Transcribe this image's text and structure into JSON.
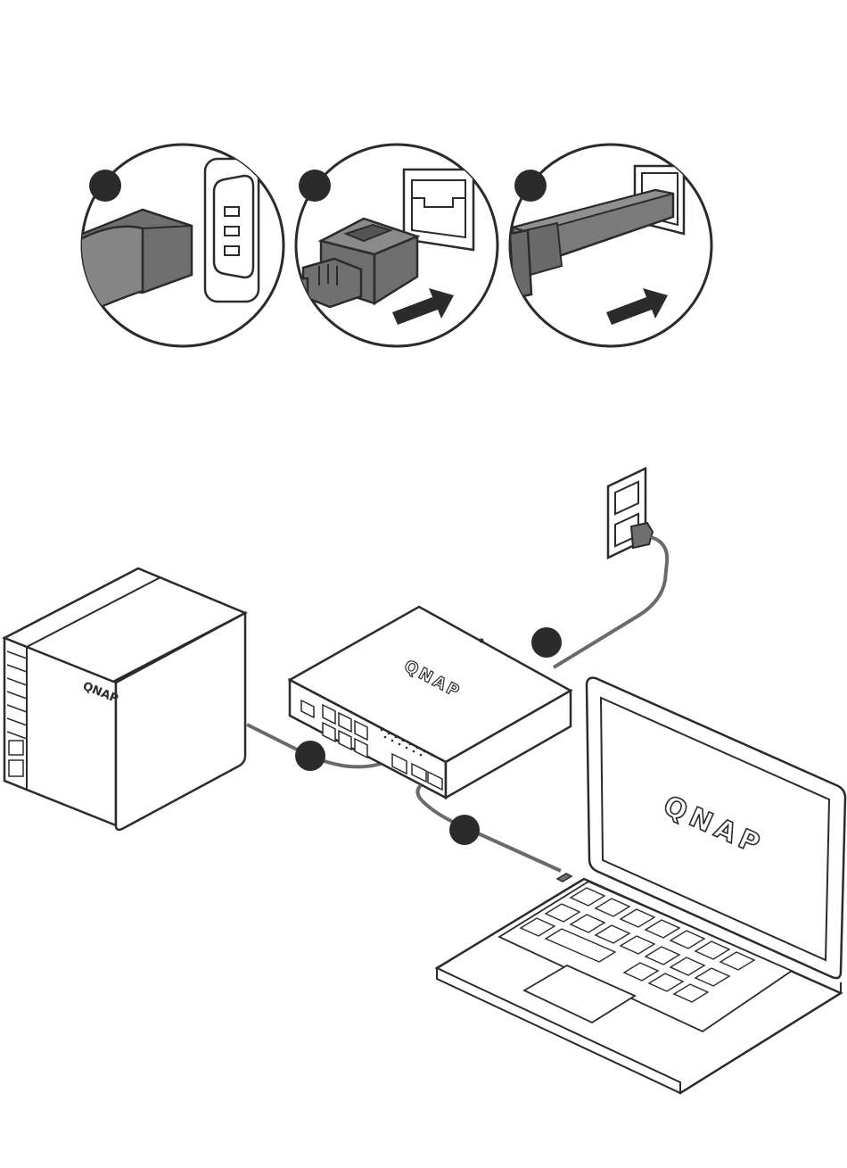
{
  "brand": {
    "logo_text": "QNAP"
  },
  "colors": {
    "line": "#2b2b2b",
    "badge": "#2b2b2b",
    "connector_fill": "#6f6f6f",
    "connector_light": "#8a8a8a",
    "cable": "#6a6a6a",
    "arrow": "#2b2b2b",
    "background": "#ffffff"
  },
  "steps": [
    {
      "id": "power",
      "icon": "power-cord-icon"
    },
    {
      "id": "rj45",
      "icon": "rj45-connector-icon"
    },
    {
      "id": "sfp",
      "icon": "sfp-transceiver-icon"
    }
  ],
  "devices": [
    {
      "id": "nas",
      "icon": "nas-device-icon"
    },
    {
      "id": "switch",
      "icon": "network-switch-icon"
    },
    {
      "id": "laptop",
      "icon": "laptop-icon"
    },
    {
      "id": "outlet",
      "icon": "wall-outlet-icon"
    }
  ]
}
